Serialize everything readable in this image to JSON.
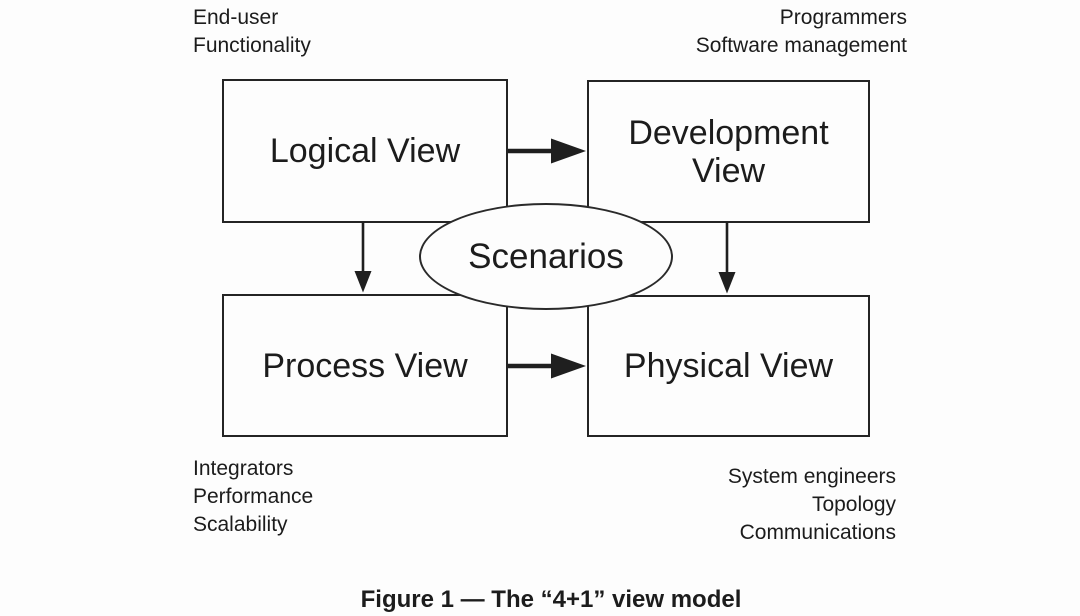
{
  "page": {
    "background": "#fdfdfd",
    "ink": "#1c1c1c"
  },
  "boxes": {
    "logical": {
      "label": "Logical View"
    },
    "development": {
      "line1": "Development",
      "line2": "View"
    },
    "process": {
      "label": "Process View"
    },
    "physical": {
      "label": "Physical View"
    }
  },
  "ellipse": {
    "label": "Scenarios"
  },
  "corner_labels": {
    "top_left": {
      "lines": [
        "End-user",
        "Functionality"
      ]
    },
    "top_right": {
      "lines": [
        "Programmers",
        "Software management"
      ]
    },
    "bottom_left": {
      "lines": [
        "Integrators",
        "Performance",
        "Scalability"
      ]
    },
    "bottom_right": {
      "lines": [
        "System engineers",
        "Topology",
        "Communications"
      ]
    }
  },
  "connections": [
    {
      "from": "Logical View",
      "to": "Development View",
      "style": "bold-horizontal-arrow"
    },
    {
      "from": "Process View",
      "to": "Physical View",
      "style": "bold-horizontal-arrow"
    },
    {
      "from": "Logical View",
      "to": "Process View",
      "style": "thin-vertical-arrow"
    },
    {
      "from": "Development View",
      "to": "Physical View",
      "style": "thin-vertical-arrow"
    }
  ],
  "caption": "Figure 1 — The “4+1” view model"
}
